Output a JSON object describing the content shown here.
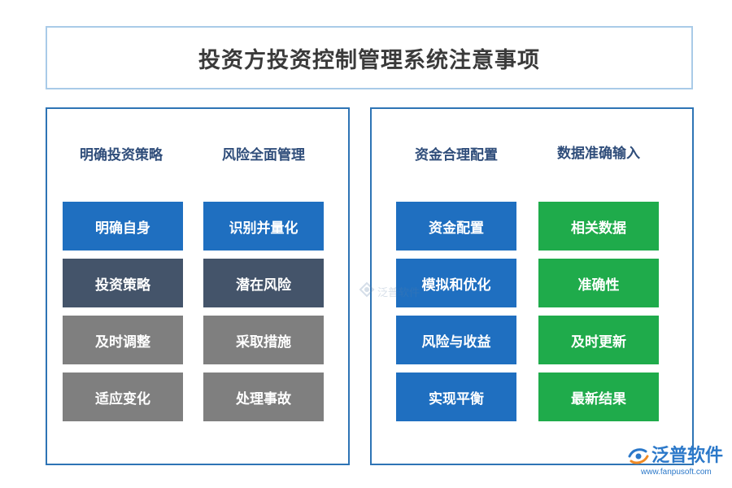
{
  "title": "投资方投资控制管理系统注意事项",
  "columns": [
    {
      "heading": "明确投资策略",
      "items": [
        "明确自身",
        "投资策略",
        "及时调整",
        "适应变化"
      ],
      "colors": [
        "#1f6fc0",
        "#44546a",
        "#7f7f7f",
        "#7f7f7f"
      ]
    },
    {
      "heading": "风险全面管理",
      "items": [
        "识别并量化",
        "潜在风险",
        "采取措施",
        "处理事故"
      ],
      "colors": [
        "#1f6fc0",
        "#44546a",
        "#7f7f7f",
        "#7f7f7f"
      ]
    },
    {
      "heading": "资金合理配置",
      "items": [
        "资金配置",
        "模拟和优化",
        "风险与收益",
        "实现平衡"
      ],
      "colors": [
        "#1f6fc0",
        "#1f6fc0",
        "#1f6fc0",
        "#1f6fc0"
      ]
    },
    {
      "heading": "数据准确输入",
      "items": [
        "相关数据",
        "准确性",
        "及时更新",
        "最新结果"
      ],
      "colors": [
        "#1fab4b",
        "#1fab4b",
        "#1fab4b",
        "#1fab4b"
      ]
    }
  ],
  "watermark": {
    "text": "泛普软件",
    "icon": "fanpu-logo-icon"
  },
  "brand": {
    "name": "泛普软件",
    "url": "www.fanpusoft.com",
    "icon": "fanpu-logo-icon"
  },
  "colors": {
    "title_border": "#a9cbe8",
    "panel_border": "#2e74b5",
    "heading_text": "#2f4d7a",
    "brand": "#2b78c9"
  }
}
